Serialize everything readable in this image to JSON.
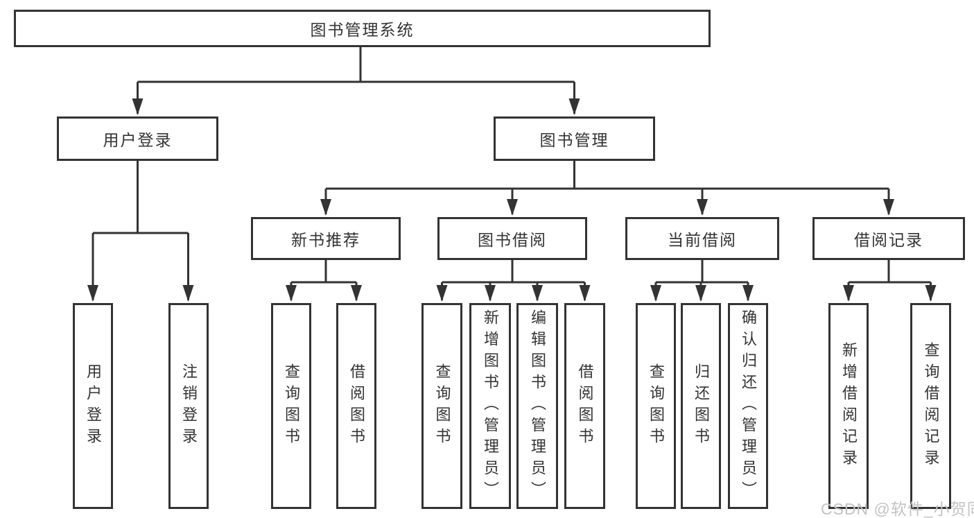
{
  "tree": {
    "label": "图书管理系统",
    "children": [
      {
        "label": "用户登录",
        "children": [
          {
            "label": "用户登录"
          },
          {
            "label": "注销登录"
          }
        ]
      },
      {
        "label": "图书管理",
        "children": [
          {
            "label": "新书推荐",
            "children": [
              {
                "label": "查询图书"
              },
              {
                "label": "借阅图书"
              }
            ]
          },
          {
            "label": "图书借阅",
            "children": [
              {
                "label": "查询图书"
              },
              {
                "label": "新增图书（管理员）"
              },
              {
                "label": "编辑图书（管理员）"
              },
              {
                "label": "借阅图书"
              }
            ]
          },
          {
            "label": "当前借阅",
            "children": [
              {
                "label": "查询图书"
              },
              {
                "label": "归还图书"
              },
              {
                "label": "确认归还（管理员）"
              }
            ]
          },
          {
            "label": "借阅记录",
            "children": [
              {
                "label": "新增借阅记录"
              },
              {
                "label": "查询借阅记录"
              }
            ]
          }
        ]
      }
    ]
  },
  "watermark": {
    "text": "CSDN @软件_小贺同学"
  },
  "colors": {
    "line": "#333333",
    "box_border": "#333333",
    "text": "#333333",
    "background": "#ffffff",
    "watermark_text": "#c3c3c3"
  }
}
